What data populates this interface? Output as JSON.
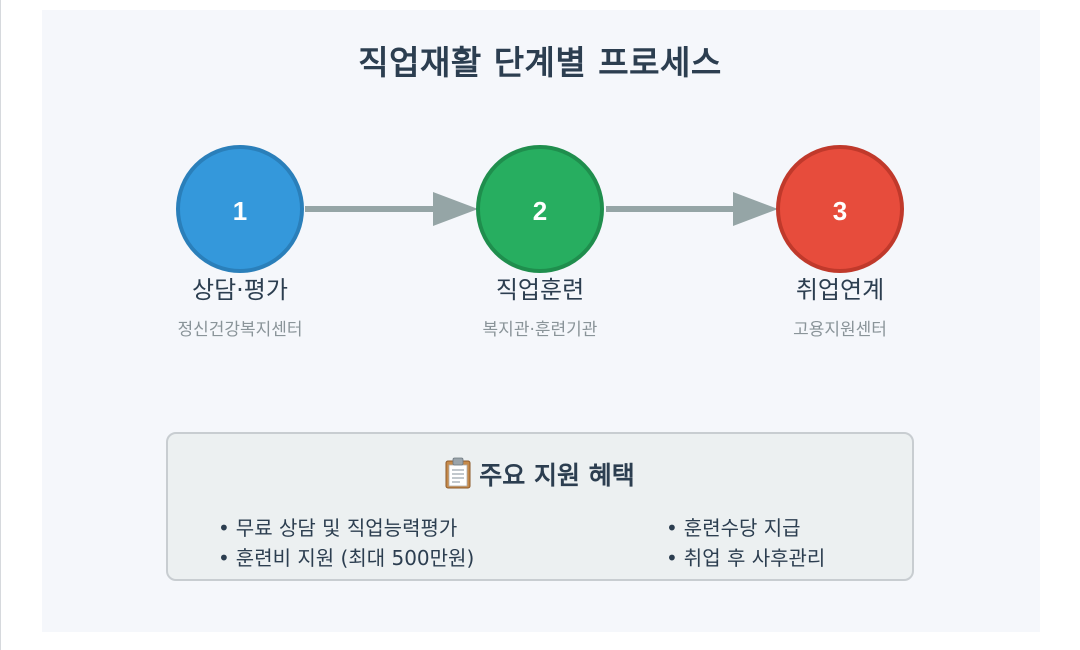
{
  "title": "직업재활 단계별 프로세스",
  "steps": [
    {
      "number": "1",
      "title": "상담·평가",
      "subtitle": "정신건강복지센터",
      "color": "#3498db",
      "border": "#2a7fba"
    },
    {
      "number": "2",
      "title": "직업훈련",
      "subtitle": "복지관·훈련기관",
      "color": "#27ae60",
      "border": "#1f8e4d"
    },
    {
      "number": "3",
      "title": "취업연계",
      "subtitle": "고용지원센터",
      "color": "#e74c3c",
      "border": "#c0392b"
    }
  ],
  "arrow_color": "#95a5a6",
  "benefits": {
    "icon": "clipboard-icon",
    "heading": "주요 지원 혜택",
    "items": [
      "무료 상담 및 직업능력평가",
      "훈련수당 지급",
      "훈련비 지원 (최대 500만원)",
      "취업 후 사후관리"
    ]
  }
}
